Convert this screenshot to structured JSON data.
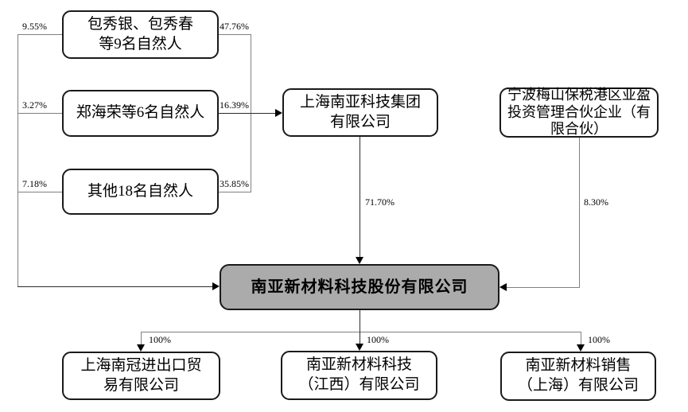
{
  "diagram": {
    "type": "equity-ownership-structure",
    "nodes": {
      "bao": {
        "label": "包秀银、包秀春\n等9名自然人"
      },
      "zheng": {
        "label": "郑海荣等6名自然人"
      },
      "other": {
        "label": "其他18名自然人"
      },
      "group": {
        "label": "上海南亚科技集团\n有限公司"
      },
      "ningbo": {
        "label": "宁波梅山保税港区亚盈\n投资管理合伙企业（有\n限合伙）"
      },
      "company": {
        "label": "南亚新材料科技股份有限公司"
      },
      "nanguan": {
        "label": "上海南冠进出口贸\n易有限公司"
      },
      "jiangxi": {
        "label": "南亚新材料科技\n（江西）有限公司"
      },
      "sales": {
        "label": "南亚新材料销售\n（上海）有限公司"
      }
    },
    "ownership": {
      "bao_left": "9.55%",
      "zheng_left": "3.27%",
      "other_left": "7.18%",
      "bao_right": "47.76%",
      "zheng_right": "16.39%",
      "other_right": "35.85%",
      "group_to_company": "71.70%",
      "ningbo_to_company": "8.30%",
      "company_to_nanguan": "100%",
      "company_to_jiangxi": "100%",
      "company_to_sales": "100%"
    },
    "colors": {
      "issuer_fill": "#ababab",
      "node_border": "#1a1a1a",
      "connector": "#808080",
      "text": "#000000",
      "background": "#ffffff"
    }
  }
}
